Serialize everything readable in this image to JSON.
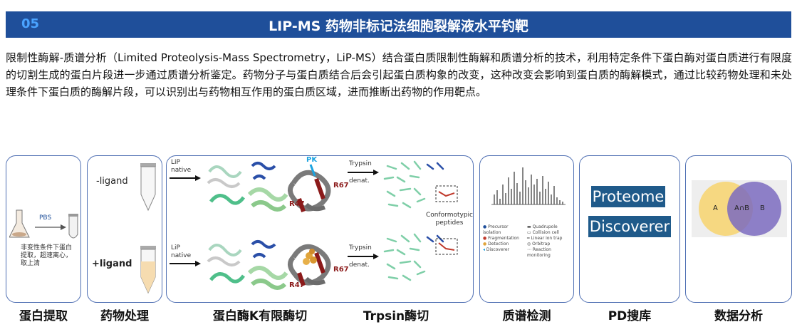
{
  "header": {
    "number": "05",
    "title": "LIP-MS 药物非标记法细胞裂解液水平钓靶"
  },
  "intro_text": "限制性酶解-质谱分析（Limited Proteolysis-Mass Spectrometry，LiP-MS）结合蛋白质限制性酶解和质谱分析的技术，利用特定条件下蛋白酶对蛋白质进行有限度的切割生成的蛋白片段进一步通过质谱分析鉴定。药物分子与蛋白质结合后会引起蛋白质构象的改变，这种改变会影响到蛋白质的酶解模式，通过比较药物处理和未处理条件下蛋白质的酶解片段，可以识别出与药物相互作用的蛋白质区域，进而推断出药物的作用靶点。",
  "steps": {
    "extraction": {
      "caption": "蛋白提取",
      "pbs_label": "PBS",
      "note": "非变性条件下蛋白提取，超速离心，取上清"
    },
    "drug": {
      "caption": "药物处理",
      "minus_ligand": "-ligand",
      "plus_ligand": "+ligand"
    },
    "proteinase": {
      "caption": "蛋白酶K有限酶切",
      "lip_top": "LiP",
      "native_top": "native",
      "lip_bottom": "LiP",
      "native_bottom": "native",
      "pk_label": "PK",
      "r47_top": "R47",
      "r67_top": "R67",
      "r47_bottom": "R47",
      "r67_bottom": "R67"
    },
    "trypsin": {
      "caption": "Trpsin酶切",
      "trypsin_top": "Trypsin",
      "denat_top": "denat.",
      "trypsin_bottom": "Trypsin",
      "denat_bottom": "denat.",
      "conformotypic": "Conformotypic peptides"
    },
    "ms": {
      "caption": "质谱检测",
      "legend_left": [
        "Precursor isolation",
        "Fragmentation",
        "Detection",
        "Discoverer"
      ],
      "legend_right": [
        "Quadrupole",
        "Collision cell",
        "Linear ion trap",
        "Orbitrap",
        "Reaction monitoring"
      ]
    },
    "pd": {
      "caption": "PD搜库",
      "box1": "Proteome",
      "box2": "Discoverer"
    },
    "analysis": {
      "caption": "数据分析",
      "venn_a": "A",
      "venn_ab": "A∩B",
      "venn_b": "B"
    }
  },
  "colors": {
    "header_bg": "#1f4f9a",
    "header_num": "#4aa3ff",
    "panel_border": "#4f6fb3",
    "pd_box": "#1f5a8a",
    "venn_a": "#f5d67a",
    "venn_b": "#7b6bbf",
    "residue": "#8b1a1a",
    "pk": "#1ba3e0"
  }
}
